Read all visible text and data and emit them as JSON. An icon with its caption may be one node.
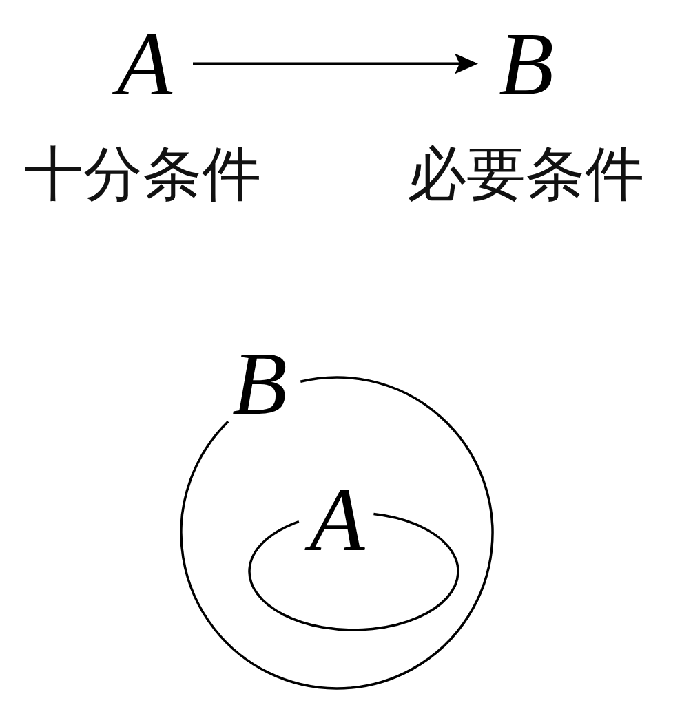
{
  "diagram": {
    "nodes": [
      {
        "text": [
          "A"
        ],
        "beside": [
          "十分条件"
        ]
      },
      {
        "text": [
          "B"
        ],
        "beside": [
          "必要条件"
        ]
      },
      {
        "text": [
          "B"
        ]
      },
      {
        "text": [
          "A"
        ],
        "in": 2
      }
    ],
    "edges": [
      {
        "from": 0,
        "to": 1,
        "arrow": "to"
      }
    ]
  }
}
